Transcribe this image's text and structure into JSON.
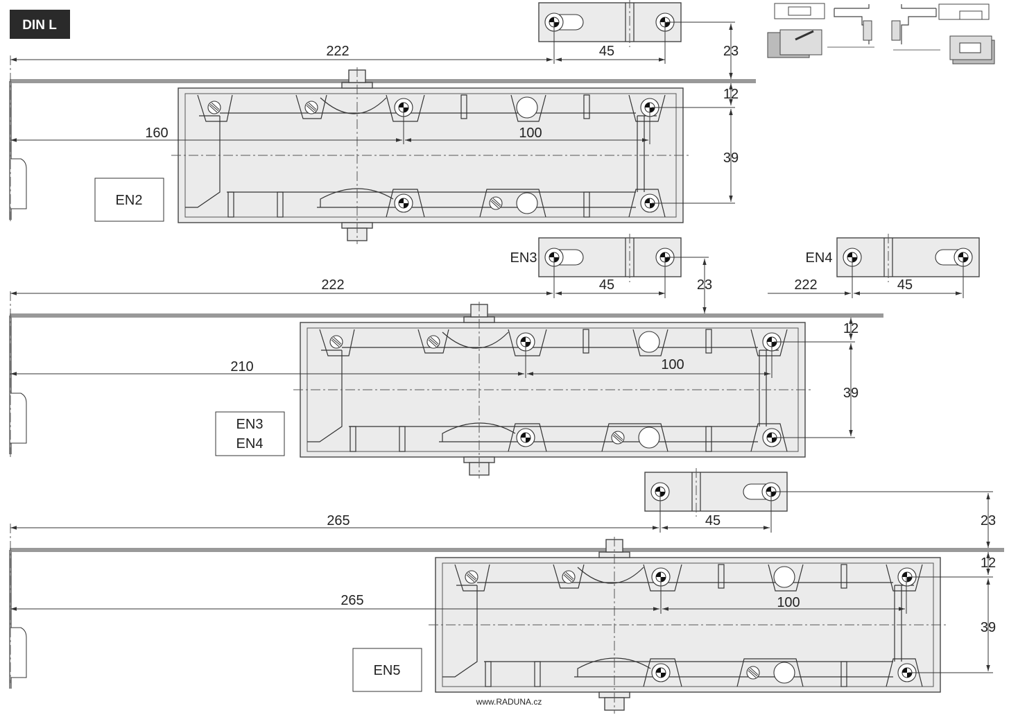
{
  "header": {
    "tag": "DIN L"
  },
  "footer": {
    "website": "www.RADUNA.cz"
  },
  "panels": [
    {
      "label_lines": [
        "EN2"
      ],
      "bracket_label": "",
      "dims": {
        "wall_to_bracket": "222",
        "bracket_spacing": "45",
        "bracket_height": "23",
        "gap": "12",
        "wall_to_hole": "160",
        "hole_spacing": "100",
        "hole_vertical": "39"
      }
    },
    {
      "label_lines": [
        "EN3",
        "EN4"
      ],
      "bracket_label": "EN3",
      "dims": {
        "wall_to_bracket": "222",
        "bracket_spacing": "45",
        "bracket_height": "23",
        "gap": "12",
        "wall_to_hole": "210",
        "hole_spacing": "100",
        "hole_vertical": "39"
      }
    },
    {
      "label_lines": [
        "EN5"
      ],
      "bracket_label": "",
      "dims": {
        "wall_to_bracket": "265",
        "bracket_spacing": "45",
        "bracket_height": "23",
        "gap": "12",
        "wall_to_hole": "265",
        "hole_spacing": "100",
        "hole_vertical": "39"
      }
    }
  ],
  "side_bracket": {
    "label": "EN4",
    "dim_left": "222",
    "dim_spacing": "45"
  },
  "icons": [
    "mounting-variant-icon-1",
    "mounting-variant-icon-2",
    "mounting-variant-icon-3",
    "mounting-variant-icon-4"
  ]
}
